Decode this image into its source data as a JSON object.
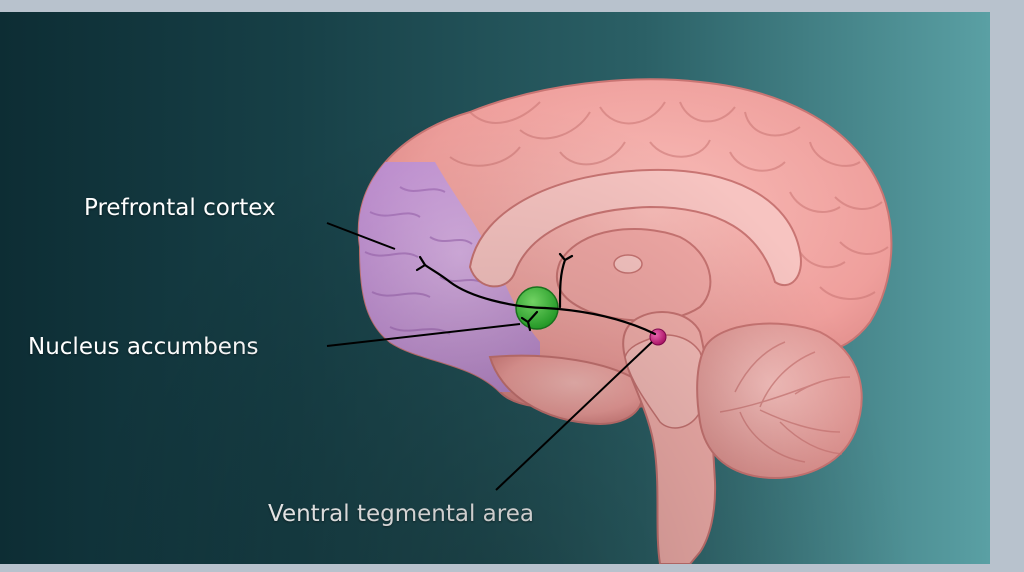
{
  "labels": {
    "prefrontal_cortex": "Prefrontal cortex",
    "nucleus_accumbens": "Nucleus accumbens",
    "ventral_tegmental_area": "Ventral tegmental area"
  },
  "colors": {
    "background_dark": "#0d2d34",
    "background_light": "#5aa0a4",
    "brain_pink": "#f2a5a3",
    "prefrontal_purple": "#c69ad6",
    "nucleus_green": "#3cc23a",
    "vta_magenta": "#e0208a",
    "pathway": "#000000"
  }
}
